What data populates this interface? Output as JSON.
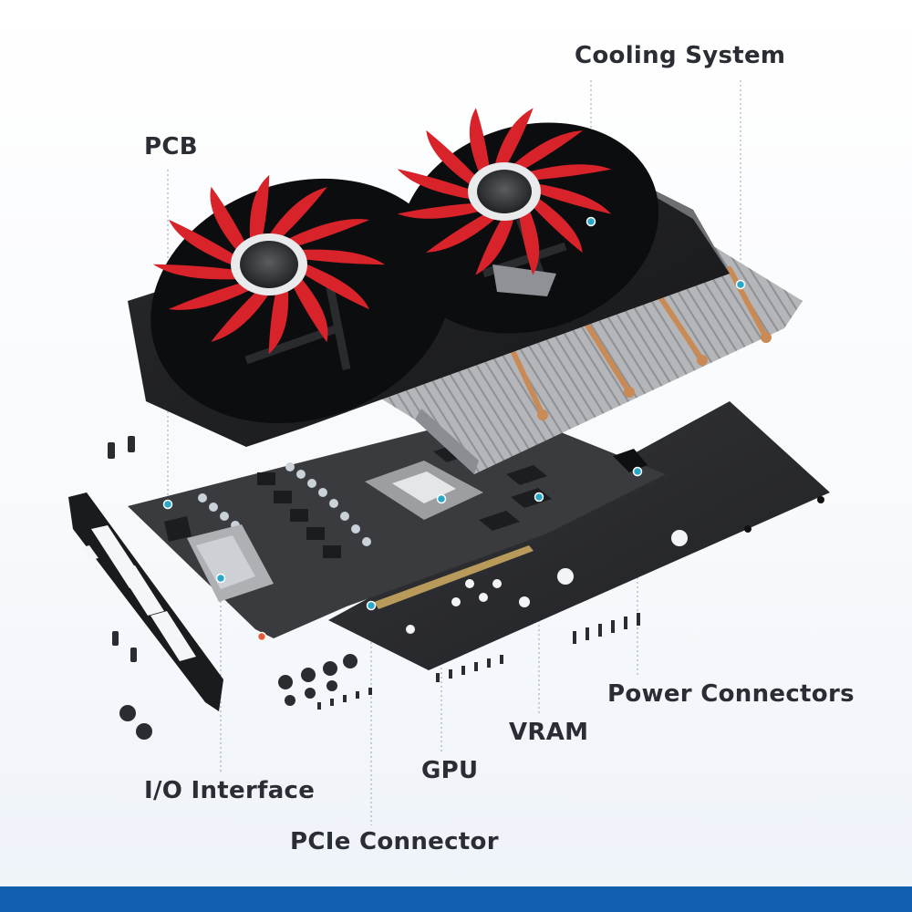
{
  "labels": {
    "cooling_system": "Cooling System",
    "pcb": "PCB",
    "power_connectors": "Power Connectors",
    "vram": "VRAM",
    "gpu": "GPU",
    "io_interface": "I/O Interface",
    "pcie_connector": "PCIe Connector"
  },
  "colors": {
    "fan_red": "#d8232a",
    "shroud_black": "#1c1d20",
    "pcb_dark": "#3a3b3e",
    "backplate": "#2a2b2e",
    "heatsink_silver": "#b8babd",
    "heatpipe_copper": "#c98a55",
    "leader_line": "#9aa1a8",
    "marker": "#2aa6c8",
    "footer": "#0f5fae"
  }
}
